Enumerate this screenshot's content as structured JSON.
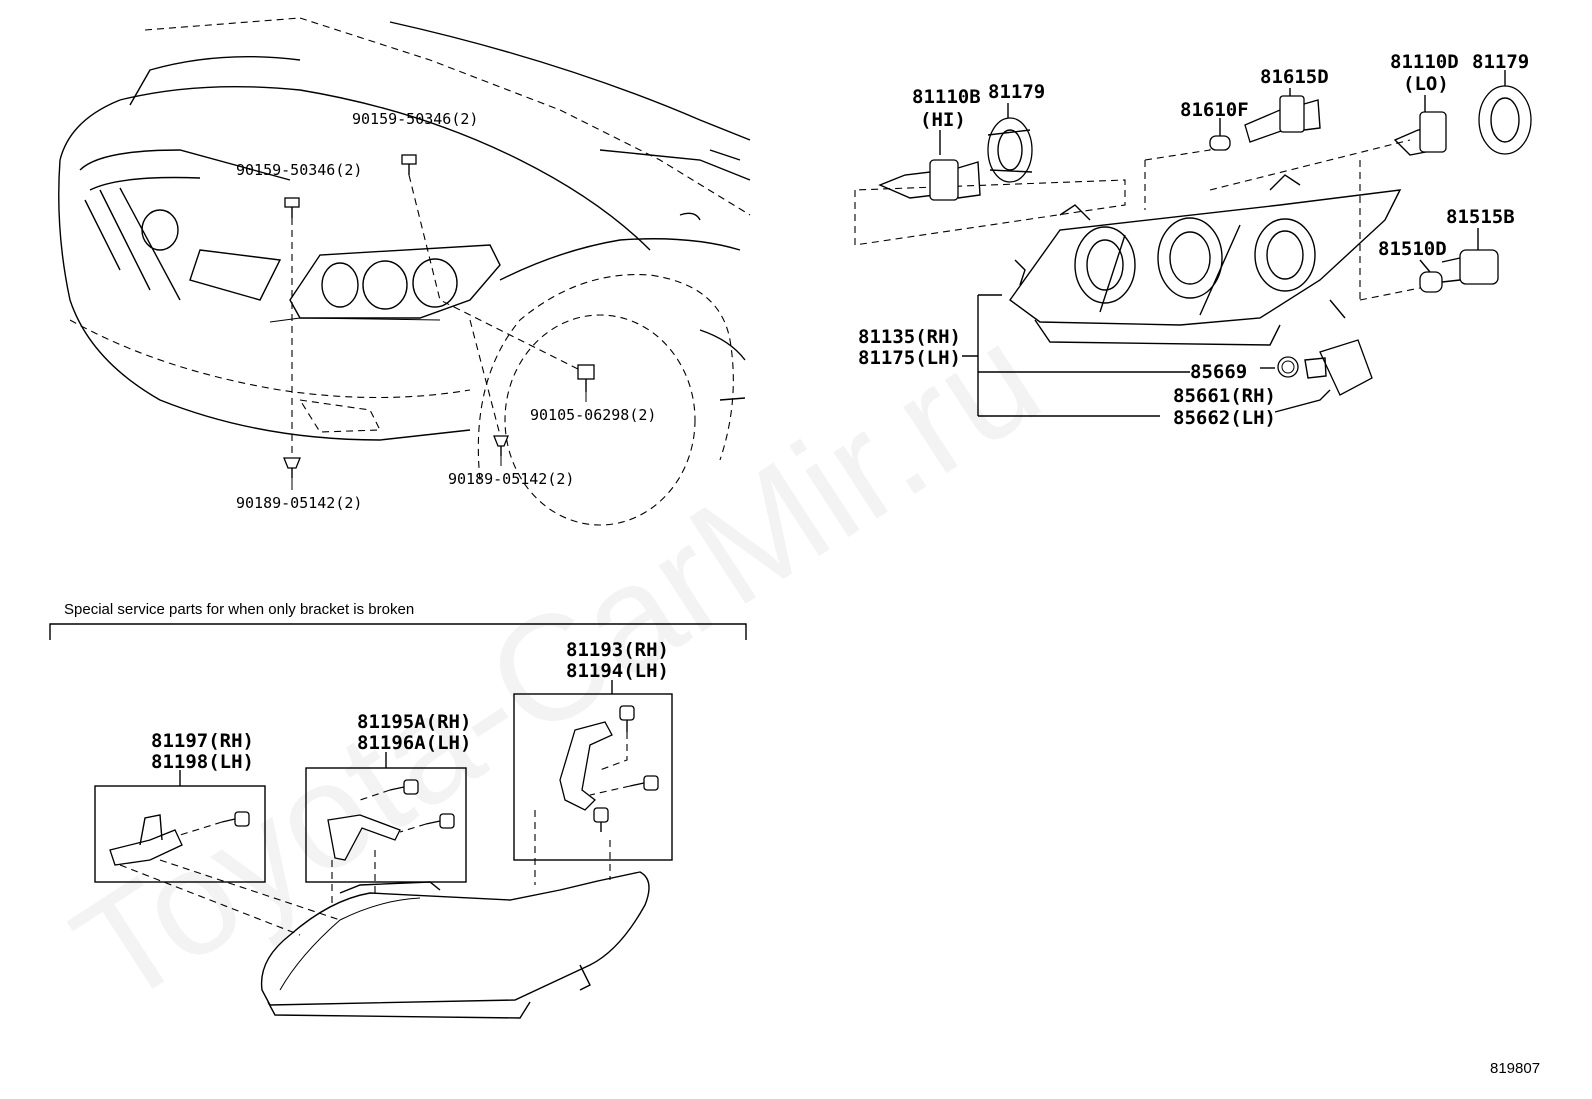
{
  "watermark": "Toyota-CarMir.ru",
  "figure_id": "819807",
  "note": "Special service parts for when only bracket is broken",
  "labels": {
    "bolt_90159_a": "90159-50346(2)",
    "bolt_90159_b": "90159-50346(2)",
    "bolt_90105": "90105-06298(2)",
    "clip_90189_a": "90189-05142(2)",
    "clip_90189_b": "90189-05142(2)",
    "bulb_hi_part": "81110B",
    "bulb_hi_tag": "(HI)",
    "cap_left": "81179",
    "bulb_81615d": "81615D",
    "bulb_81610f": "81610F",
    "bulb_lo_part": "81110D",
    "bulb_lo_tag": "(LO)",
    "cap_right": "81179",
    "socket_81515b": "81515B",
    "bulb_81510d": "81510D",
    "unit_rh": "81135(RH)",
    "unit_lh": "81175(LH)",
    "oring_85669": "85669",
    "actuator_rh": "85661(RH)",
    "actuator_lh": "85662(LH)",
    "bracket_a_rh": "81197(RH)",
    "bracket_a_lh": "81198(LH)",
    "bracket_b_rh": "81195A(RH)",
    "bracket_b_lh": "81196A(LH)",
    "bracket_c_rh": "81193(RH)",
    "bracket_c_lh": "81194(LH)"
  }
}
